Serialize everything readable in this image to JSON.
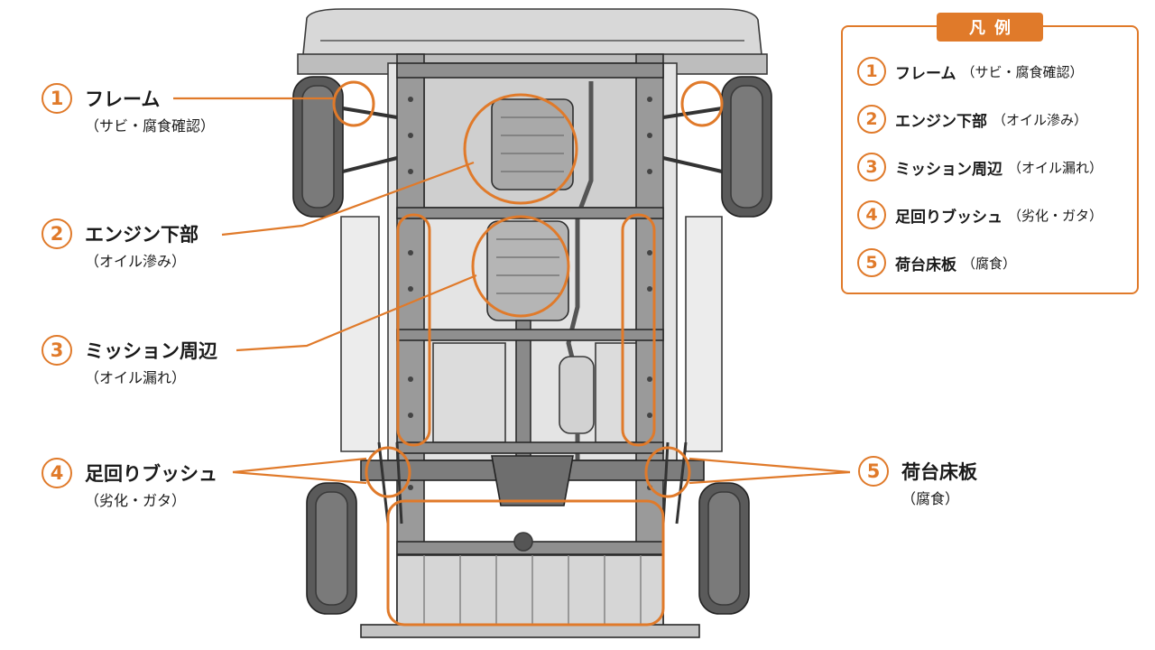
{
  "accent_color": "#e07a2a",
  "legend": {
    "title": "凡例",
    "items": [
      {
        "num": "1",
        "title": "フレーム",
        "note": "（サビ・腐食確認）"
      },
      {
        "num": "2",
        "title": "エンジン下部",
        "note": "（オイル滲み）"
      },
      {
        "num": "3",
        "title": "ミッション周辺",
        "note": "（オイル漏れ）"
      },
      {
        "num": "4",
        "title": "足回りブッシュ",
        "note": "（劣化・ガタ）"
      },
      {
        "num": "5",
        "title": "荷台床板",
        "note": "（腐食）"
      }
    ]
  },
  "callouts": [
    {
      "num": "1",
      "title": "フレーム",
      "note": "（サビ・腐食確認）"
    },
    {
      "num": "2",
      "title": "エンジン下部",
      "note": "（オイル滲み）"
    },
    {
      "num": "3",
      "title": "ミッション周辺",
      "note": "（オイル漏れ）"
    },
    {
      "num": "4",
      "title": "足回りブッシュ",
      "note": "（劣化・ガタ）"
    },
    {
      "num": "5",
      "title": "荷台床板",
      "note": "（腐食）"
    }
  ]
}
